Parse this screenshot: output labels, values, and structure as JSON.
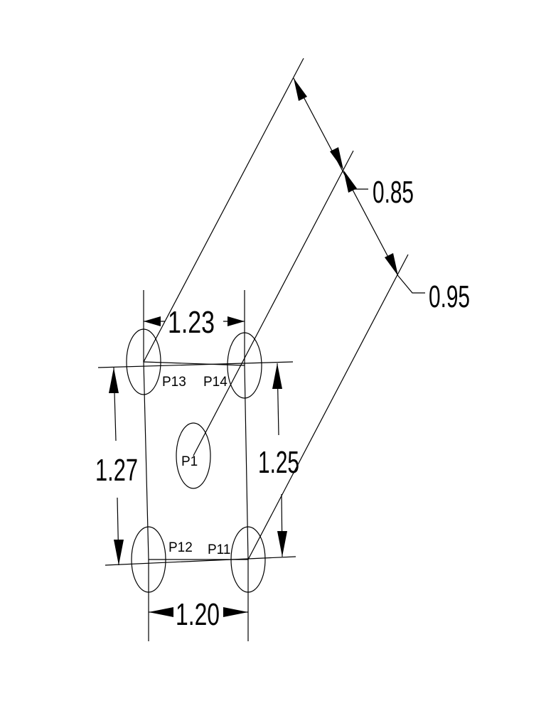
{
  "dimensions": {
    "top_width": "1.23",
    "bottom_width": "1.20",
    "left_height": "1.27",
    "right_height": "1.25",
    "offset_upper": "0.85",
    "offset_lower": "0.95"
  },
  "points": {
    "p13": "P13",
    "p14": "P14",
    "p1": "P1",
    "p12": "P12",
    "p11": "P11"
  }
}
